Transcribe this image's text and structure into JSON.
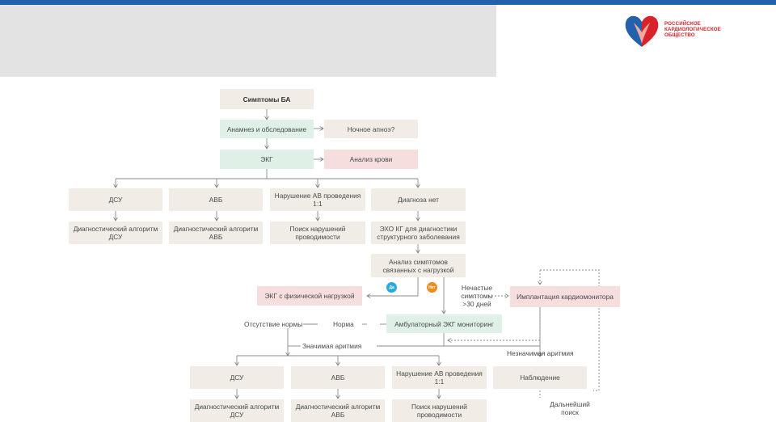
{
  "header": {
    "logo_line1": "РОССИЙСКОЕ",
    "logo_line2": "КАРДИОЛОГИЧЕСКОЕ",
    "logo_line3": "ОБЩЕСТВО"
  },
  "colors": {
    "topbar": "#2461ac",
    "banner": "#e3e3e3",
    "beige_box": "#f1ede6",
    "green_box": "#dff1e6",
    "pink_box": "#f6dede",
    "yes_badge": "#29aadf",
    "no_badge": "#f08a1c"
  },
  "flow": {
    "symptoms": "Симптомы БА",
    "history": "Анамнез и обследование",
    "sleep_apnea": "Ночное апноэ?",
    "ecg": "ЭКГ",
    "blood": "Анализ крови",
    "dsu": "ДСУ",
    "avb": "АВБ",
    "av_conduction": "Нарушение АВ проведения 1:1",
    "no_diagnosis": "Диагноза нет",
    "alg_dsu": "Диагностический алгоритм ДСУ",
    "alg_avb": "Диагностический алгоритм АВБ",
    "search_conduction": "Поиск нарушений проводимости",
    "echo": "ЭХО КГ для диагностики структурного заболевания",
    "analysis": "Анализ симптомов связанных с нагрузкой",
    "yes": "Да",
    "no": "Нет",
    "stress_ecg": "ЭКГ с физической нагрузкой",
    "rare_symptoms": "Нечастые симптомы >30 дней",
    "implant": "Имплантация кардиомонитора",
    "holter": "Амбулаторный ЭКГ мониторинг",
    "no_norm": "Отсутствие нормы",
    "norm": "Норма",
    "significant": "Значимая аритмия",
    "insignificant": "Незначимая аритмия",
    "dsu2": "ДСУ",
    "avb2": "АВБ",
    "av_conduction2": "Нарушение АВ проведения 1:1",
    "observation": "Наблюдение",
    "alg_dsu2": "Диагностический алгоритм ДСУ",
    "alg_avb2": "Диагностический алгоритм АВБ",
    "search_conduction2": "Поиск нарушений проводимости",
    "further_search": "Дальнейший поиск"
  }
}
